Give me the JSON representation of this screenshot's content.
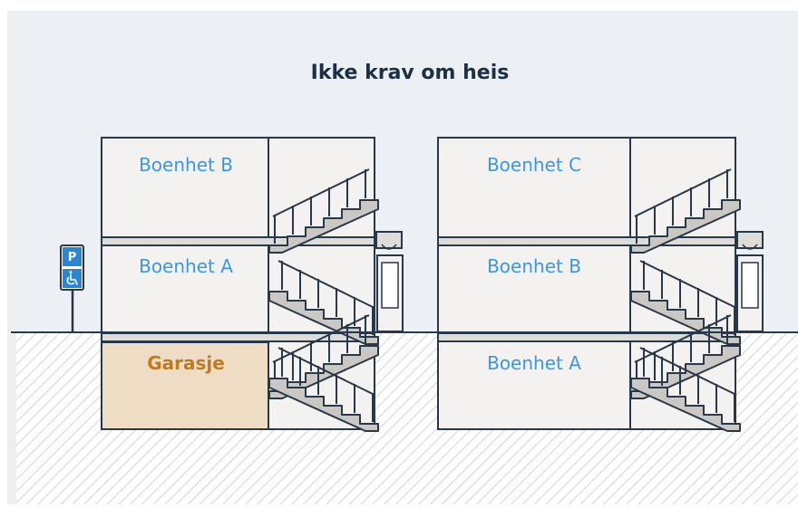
{
  "title": "Ikke krav om heis",
  "building_left": {
    "units": [
      {
        "label": "Boenhet B"
      },
      {
        "label": "Boenhet A"
      },
      {
        "label": "Garasje"
      }
    ]
  },
  "building_right": {
    "units": [
      {
        "label": "Boenhet C"
      },
      {
        "label": "Boenhet B"
      },
      {
        "label": "Boenhet A"
      }
    ]
  },
  "parking_sign": {
    "letter": "P",
    "symbol": "accessible-icon"
  },
  "colors": {
    "sky": "#ecf0f5",
    "outline": "#27384b",
    "wall": "#f3f2f0",
    "unit_label": "#3d97dc",
    "garage_fill": "#efdcc4",
    "garage_label": "#c07b1f",
    "sign_blue": "#2a86d3"
  }
}
